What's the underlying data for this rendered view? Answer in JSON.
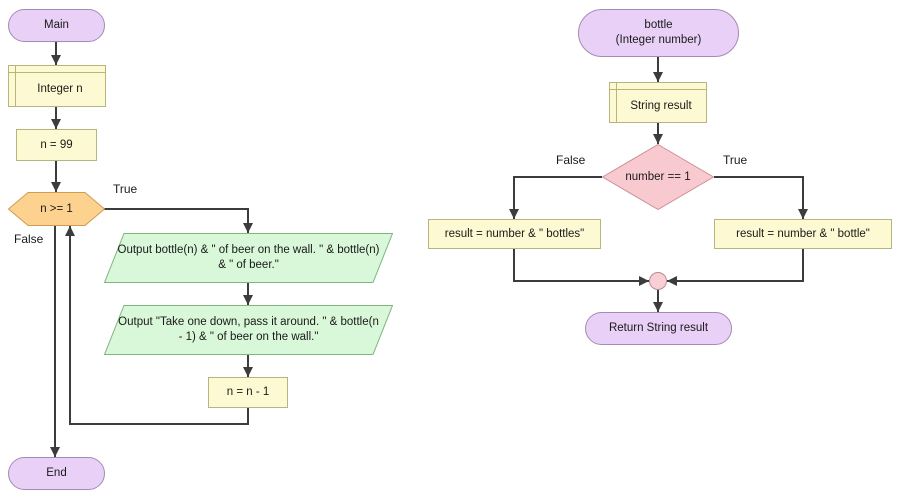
{
  "colors": {
    "background": "#ffffff",
    "terminal_fill": "#e8d0f6",
    "terminal_border": "#a48bb5",
    "process_fill": "#fdf9d3",
    "process_border": "#b5b57d",
    "loop_fill": "#fcd28e",
    "loop_border": "#d09c52",
    "output_fill": "#d9f7d9",
    "output_border": "#7fb57f",
    "decision_fill": "#f8c9cf",
    "decision_border": "#cb8f97",
    "merge_fill": "#f7cfd4",
    "merge_border": "#b98b96",
    "connector": "#3c3c3c",
    "text": "#1a1a1a"
  },
  "main_chart": {
    "start": "Main",
    "declare": "Integer n",
    "assign": "n = 99",
    "loop_condition": "n >= 1",
    "true_label": "True",
    "false_label": "False",
    "output1": "Output bottle(n) & \" of beer on the wall. \" & bottle(n) & \" of beer.\"",
    "output2": "Output \"Take one down, pass it around. \" & bottle(n - 1) & \" of beer on the wall.\"",
    "decrement": "n = n - 1",
    "end": "End"
  },
  "bottle_chart": {
    "title_line1": "bottle",
    "title_line2": "(Integer number)",
    "declare": "String result",
    "condition": "number == 1",
    "false_label": "False",
    "true_label": "True",
    "false_assign": "result = number & \" bottles\"",
    "true_assign": "result = number & \" bottle\"",
    "return": "Return String result"
  }
}
